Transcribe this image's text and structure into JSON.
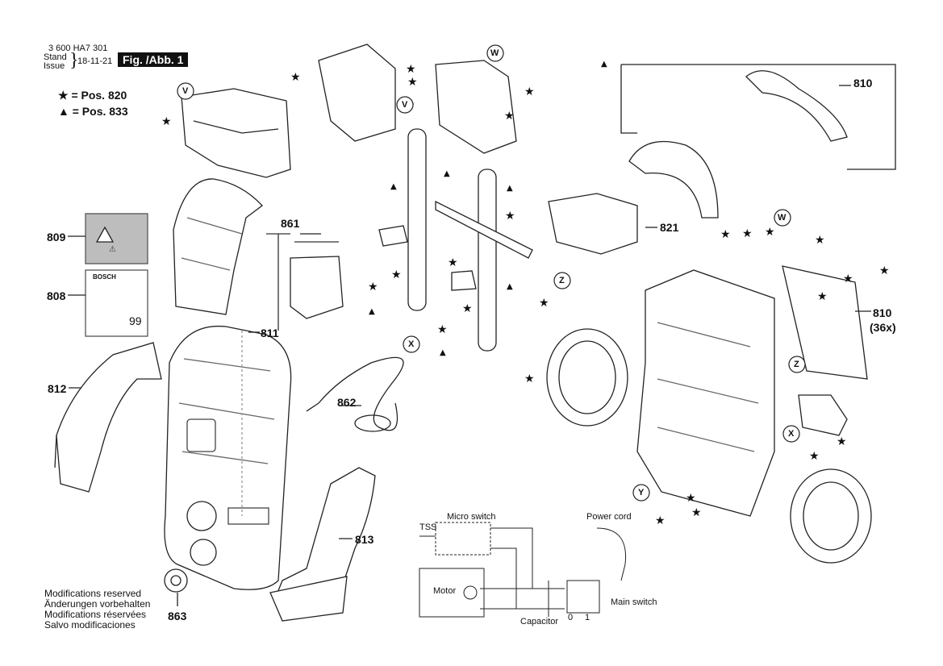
{
  "header": {
    "doc_number": "3 600 HA7 301",
    "stand": "Stand",
    "issue": "Issue",
    "date": "18-11-21",
    "figure": "Fig. /Abb. 1"
  },
  "legend": {
    "star": "★ = Pos. 820",
    "triangle": "▲ = Pos. 833"
  },
  "positions": {
    "p808": "808",
    "p809": "809",
    "p810": "810",
    "p810b": "810",
    "p810b_qty": "(36x)",
    "p811": "811",
    "p812": "812",
    "p813": "813",
    "p821": "821",
    "p861": "861",
    "p862": "862",
    "p863": "863"
  },
  "callouts": {
    "v": "V",
    "w": "W",
    "x": "X",
    "y": "Y",
    "z": "Z"
  },
  "label_809_icons": "⚠",
  "label_808": {
    "brand": "BOSCH",
    "rating": "99"
  },
  "wiring": {
    "micro_switch": "Micro switch",
    "tss": "TSS",
    "power_cord": "Power cord",
    "motor": "Motor",
    "capacitor": "Capacitor",
    "main_switch": "Main switch",
    "sw0": "0",
    "sw1": "1"
  },
  "modifications": [
    "Modifications reserved",
    "Änderungen vorbehalten",
    "Modifications réservées",
    "Salvo modificaciones"
  ]
}
